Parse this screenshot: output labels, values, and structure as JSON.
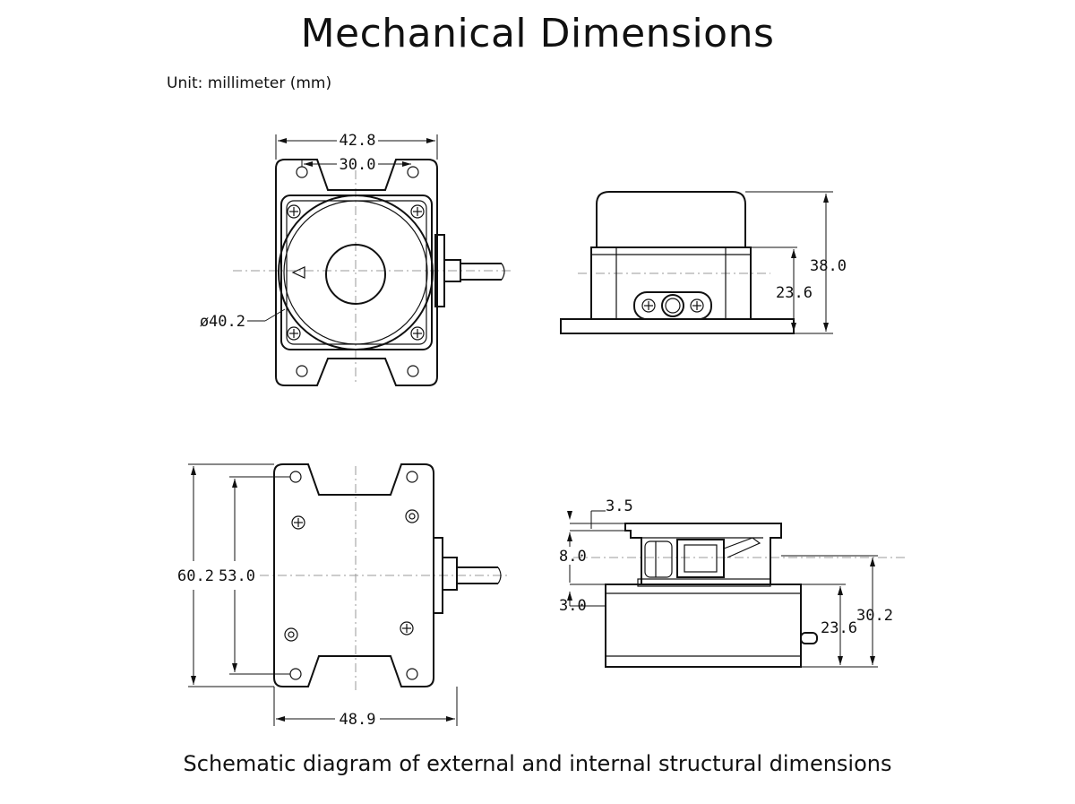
{
  "title": "Mechanical Dimensions",
  "unit_note": "Unit: millimeter (mm)",
  "caption": "Schematic diagram of external and internal structural dimensions",
  "dimensions": {
    "front_width": "42.8",
    "front_hole_spacing": "30.0",
    "front_diameter": "ø40.2",
    "side_height": "38.0",
    "side_body_height": "23.6",
    "bottom_length": "60.2",
    "bottom_hole_spacing": "53.0",
    "bottom_width": "48.9",
    "section_top": "3.5",
    "section_mid": "8.0",
    "section_gap": "3.0",
    "section_body": "23.6",
    "section_total": "30.2"
  }
}
